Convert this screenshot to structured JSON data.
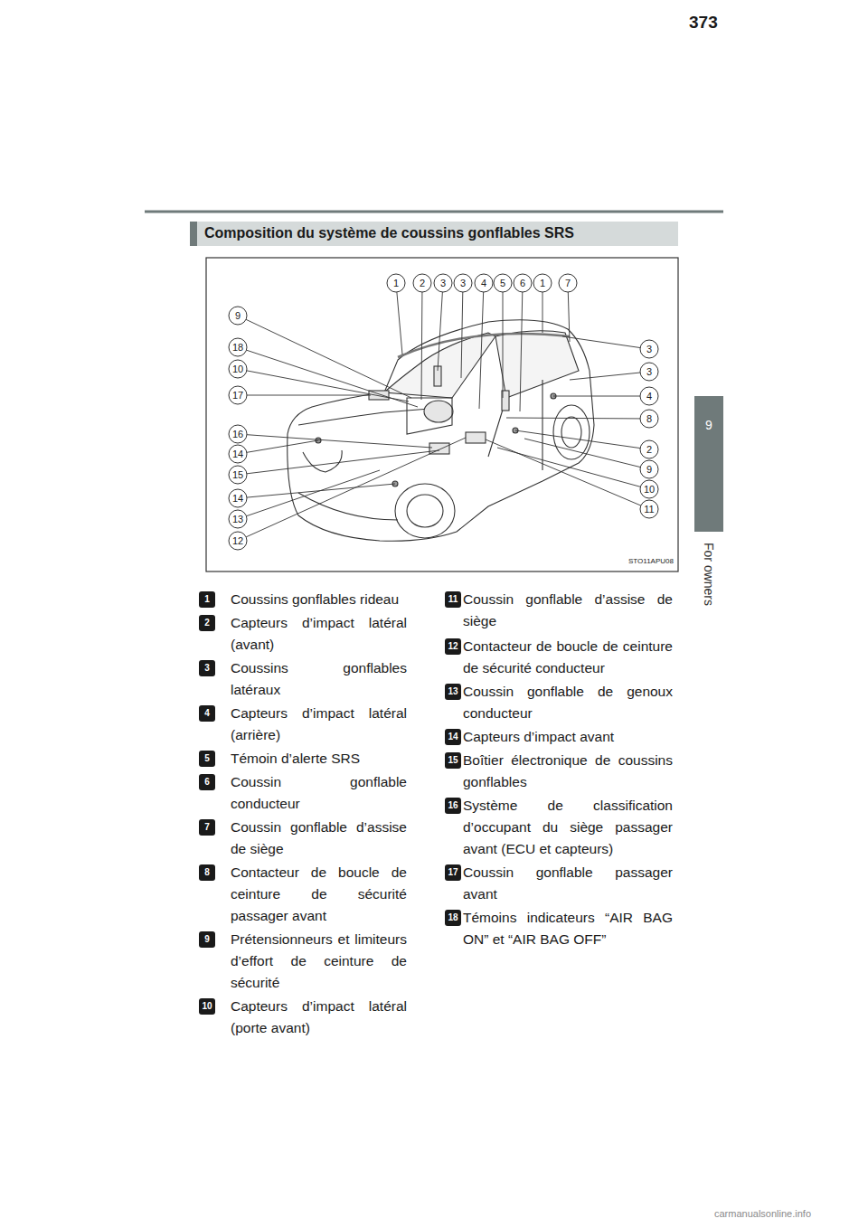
{
  "diagram": {
    "title": "Composition du système de coussins gonflables SRS",
    "nodes": [
      {
        "text": [
          "9"
        ]
      }
    ],
    "labels": [
      "373",
      "1",
      "2",
      "3",
      "3",
      "4",
      "5",
      "6",
      "1",
      "7",
      "9",
      "18",
      "10",
      "17",
      "16",
      "14",
      "15",
      "14",
      "13",
      "12",
      "3",
      "3",
      "4",
      "8",
      "2",
      "9",
      "10",
      "11",
      "STO11APU08",
      "1",
      "Coussins gonflables rideau",
      "2",
      "Capteurs d’impact latéral (avant)",
      "3",
      "Coussins gonflables latéraux",
      "4",
      "Capteurs d’impact latéral (arrière)",
      "5",
      "Témoin d’alerte SRS",
      "6",
      "Coussin gonflable conducteur",
      "7",
      "Coussin gonflable d’assise de siège",
      "8",
      "Contacteur de boucle de ceinture de sécurité passager avant",
      "9",
      "Prétensionneurs et limiteurs d’effort de ceinture de sécurité",
      "10",
      "Capteurs d’impact latéral (porte avant)",
      "11",
      "Coussin gonflable d’assise de siège",
      "12",
      "Contacteur de boucle de ceinture de sécurité conducteur",
      "13",
      "Coussin gonflable de genoux conducteur",
      "14",
      "Capteurs d’impact avant",
      "15",
      "Boîtier électronique de coussins gonflables",
      "16",
      "Système de classification d’occupant du siège passager avant (ECU et capteurs)",
      "17",
      "Coussin gonflable passager avant",
      "18",
      "Témoins indicateurs “AIR BAG ON” et “AIR BAG OFF”",
      "For owners",
      "carmanualsonline.info"
    ]
  }
}
